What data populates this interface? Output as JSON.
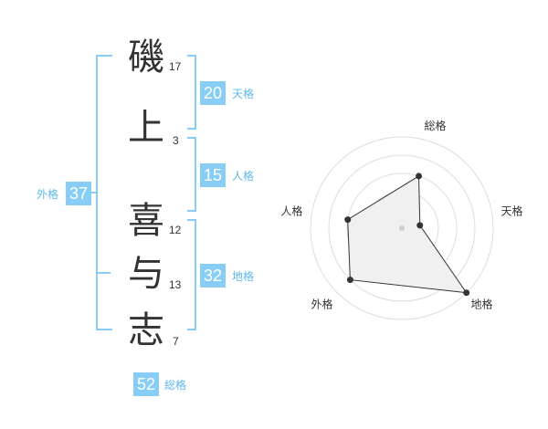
{
  "name_chars": [
    {
      "char": "磯",
      "strokes": "17"
    },
    {
      "char": "上",
      "strokes": "3"
    },
    {
      "char": "喜",
      "strokes": "12"
    },
    {
      "char": "与",
      "strokes": "13"
    },
    {
      "char": "志",
      "strokes": "7"
    }
  ],
  "fortune": {
    "tenkaku": {
      "value": "20",
      "label": "天格"
    },
    "jinkaku": {
      "value": "15",
      "label": "人格"
    },
    "chikaku": {
      "value": "32",
      "label": "地格"
    },
    "gaikaku": {
      "value": "37",
      "label": "外格"
    },
    "soukaku": {
      "value": "52",
      "label": "総格"
    }
  },
  "colors": {
    "accent": "#87cdf5",
    "accent_text": "#5fb8ec"
  },
  "chart_data": {
    "type": "radar",
    "axes": [
      "総格",
      "天格",
      "地格",
      "外格",
      "人格"
    ],
    "values": [
      3,
      1,
      5,
      4,
      3
    ],
    "range": [
      0,
      5
    ],
    "grid": true
  }
}
